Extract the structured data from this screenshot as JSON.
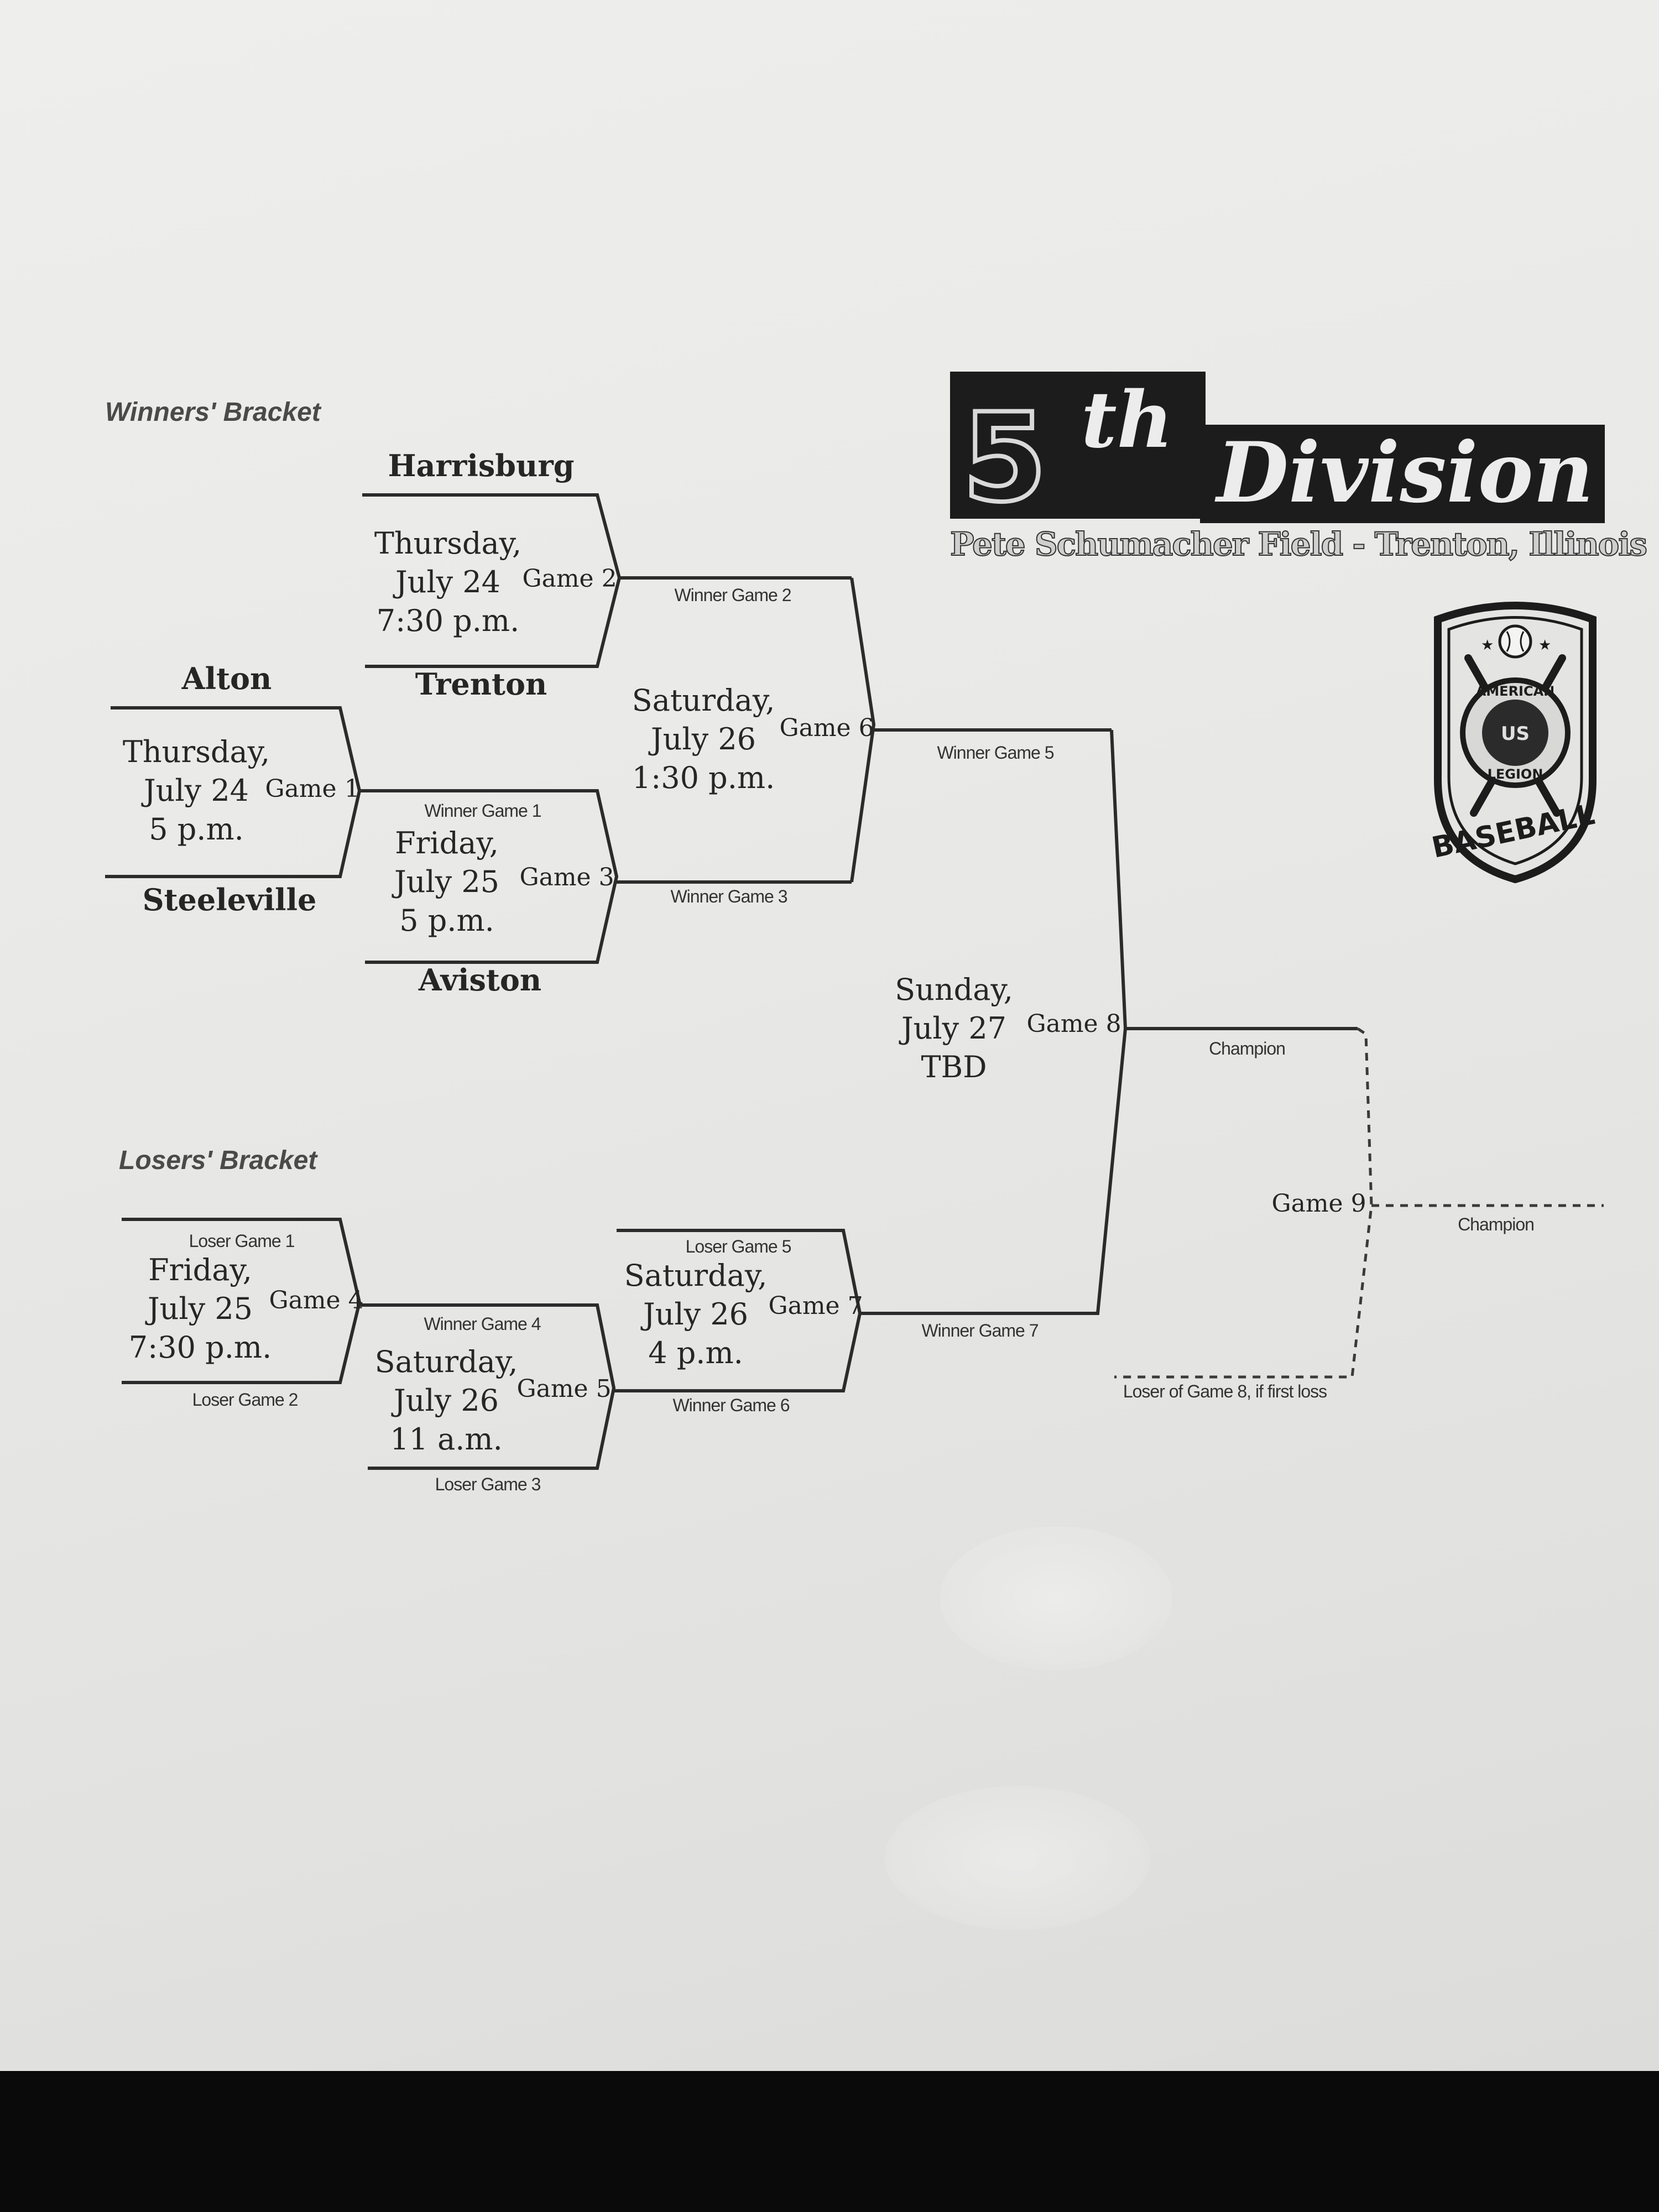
{
  "header": {
    "number": "5",
    "suffix": "th",
    "title": "Division",
    "location": "Pete Schumacher Field - Trenton, Illinois"
  },
  "emblem": {
    "top_text": "AMERICAN",
    "center_text": "US",
    "bottom_text": "LEGION",
    "banner_text": "BASEBALL"
  },
  "winners_bracket": {
    "heading": "Winners' Bracket",
    "game1": {
      "label": "Game 1",
      "top": "Alton",
      "bottom": "Steeleville",
      "date": "Thursday,\nJuly 24\n5 p.m."
    },
    "game2": {
      "label": "Game 2",
      "top": "Harrisburg",
      "bottom": "Trenton",
      "date": "Thursday,\nJuly 24\n7:30 p.m."
    },
    "game3": {
      "label": "Game 3",
      "top": "Winner Game 1",
      "bottom": "Aviston",
      "date": "Friday,\nJuly 25\n5 p.m."
    },
    "game6": {
      "label": "Game 6",
      "top": "Winner Game 2",
      "bottom": "Winner Game 3",
      "date": "Saturday,\nJuly 26\n1:30 p.m."
    }
  },
  "losers_bracket": {
    "heading": "Losers' Bracket",
    "game4": {
      "label": "Game 4",
      "top": "Loser Game 1",
      "bottom": "Loser Game 2",
      "date": "Friday,\nJuly 25\n7:30 p.m."
    },
    "game5": {
      "label": "Game 5",
      "top": "Winner Game 4",
      "bottom": "Loser Game 3",
      "date": "Saturday,\nJuly 26\n11 a.m."
    },
    "game7": {
      "label": "Game 7",
      "top": "Loser Game 5",
      "bottom": "Winner Game 6",
      "date": "Saturday,\nJuly 26\n4 p.m."
    }
  },
  "finals": {
    "game8": {
      "label": "Game 8",
      "top": "Winner Game 5",
      "bottom": "Winner Game 7",
      "date": "Sunday,\nJuly 27\nTBD",
      "winner": "Champion"
    },
    "game9": {
      "label": "Game 9",
      "note": "Loser of Game 8, if first loss",
      "winner": "Champion"
    }
  }
}
